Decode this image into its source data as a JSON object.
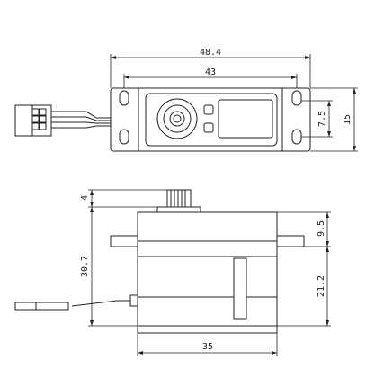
{
  "top_view": {
    "overall_width": "48.4",
    "hole_spacing": "43",
    "inner_height": "7.5",
    "overall_height": "15"
  },
  "side_view": {
    "spline_height": "4",
    "total_height": "30.7",
    "upper_height": "9.5",
    "lower_height": "21.2",
    "body_width": "35"
  },
  "colors": {
    "line": "#222222",
    "paper": "#ffffff"
  }
}
